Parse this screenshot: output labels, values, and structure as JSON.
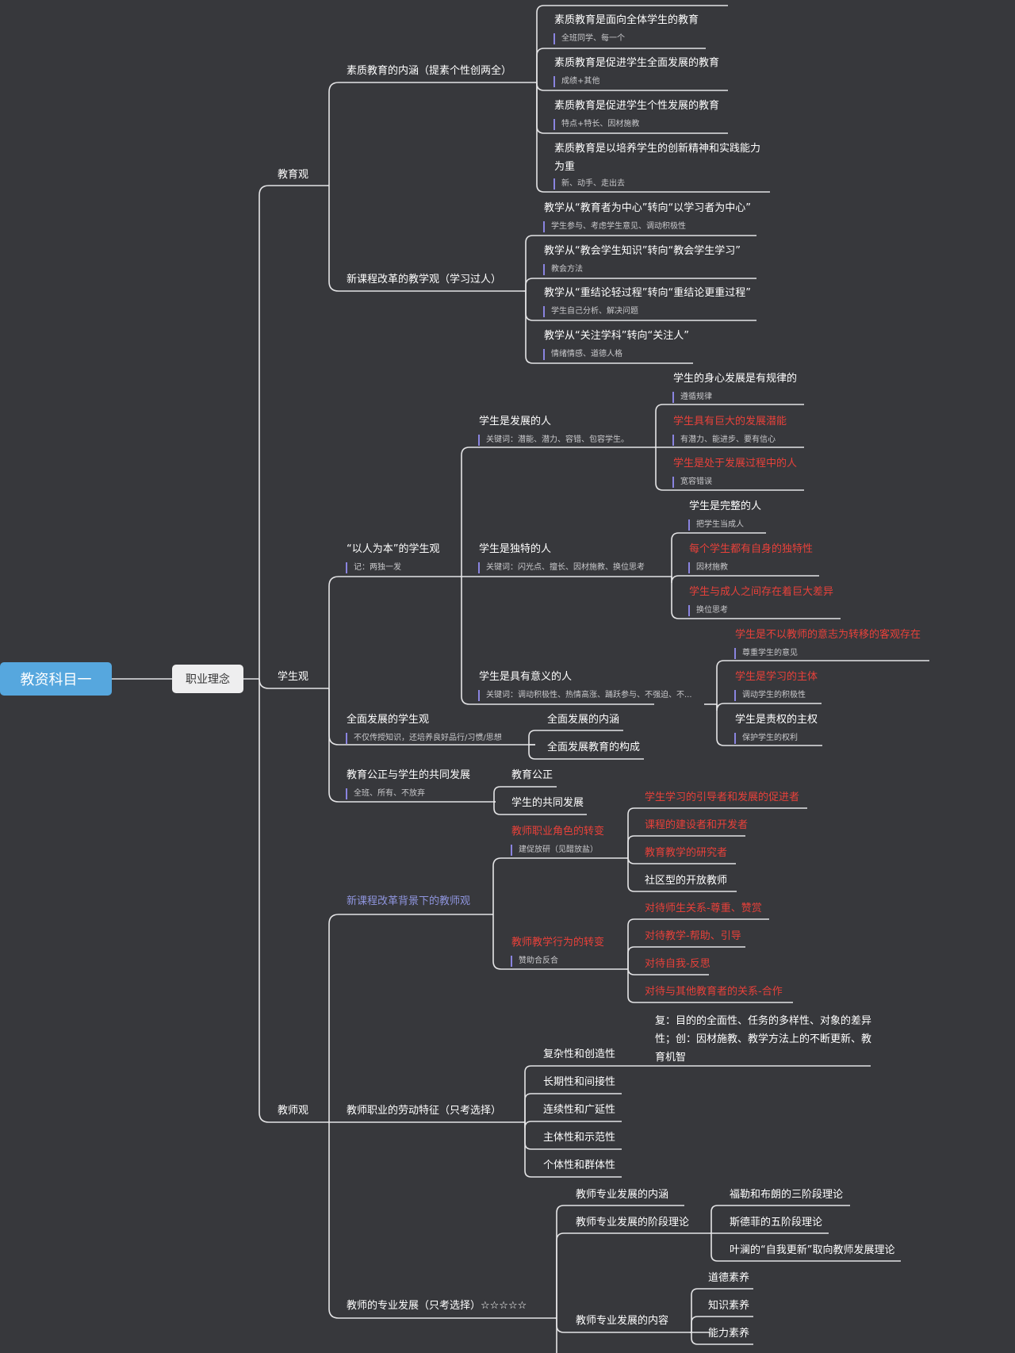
{
  "root": "教资科目一",
  "l1": "职业理念",
  "jiaoyuguan": {
    "title": "教育观",
    "suzhi": {
      "title": "素质教育的内涵（提素个性创两全）",
      "items": [
        {
          "text": "素质教育是面向全体学生的教育",
          "note": "全班同学、每一个"
        },
        {
          "text": "素质教育是促进学生全面发展的教育",
          "note": "成绩+其他"
        },
        {
          "text": "素质教育是促进学生个性发展的教育",
          "note": "特点+特长、因材施教"
        },
        {
          "text": "素质教育是以培养学生的创新精神和实践能力为重",
          "note": "新、动手、走出去"
        }
      ]
    },
    "kegai": {
      "title": "新课程改革的教学观（学习过人）",
      "items": [
        {
          "text": "教学从“教育者为中心”转向“以学习者为中心”",
          "note": "学生参与、考虑学生意见、调动积极性"
        },
        {
          "text": "教学从“教会学生知识”转向“教会学生学习”",
          "note": "教会方法"
        },
        {
          "text": "教学从“重结论轻过程”转向“重结论更重过程”",
          "note": "学生自己分析、解决问题"
        },
        {
          "text": "教学从“关注学科”转向“关注人”",
          "note": "情绪情感、道德人格"
        }
      ]
    }
  },
  "xueshengguan": {
    "title": "学生观",
    "yiren": {
      "title": "“以人为本”的学生观",
      "note": "记：两独一发",
      "fazhan": {
        "title": "学生是发展的人",
        "note": "关键词：潜能、潜力、容错、包容学生。",
        "items": [
          {
            "text": "学生的身心发展是有规律的",
            "note": "遵循规律"
          },
          {
            "text": "学生具有巨大的发展潜能",
            "note": "有潜力、能进步、要有信心"
          },
          {
            "text": "学生是处于发展过程中的人",
            "note": "宽容错误"
          }
        ]
      },
      "dute": {
        "title": "学生是独特的人",
        "note": "关键词：闪光点、擅长、因材施教、换位思考",
        "items": [
          {
            "text": "学生是完整的人",
            "note": "把学生当成人"
          },
          {
            "text": "每个学生都有自身的独特性",
            "note": "因材施教"
          },
          {
            "text": "学生与成人之间存在着巨大差异",
            "note": "换位思考"
          }
        ]
      },
      "yiyi": {
        "title": "学生是具有意义的人",
        "note": "关键词：调动积极性、热情高涨、踊跃参与、不强迫、不...",
        "items": [
          {
            "text": "学生是不以教师的意志为转移的客观存在",
            "note": "尊重学生的意见"
          },
          {
            "text": "学生是学习的主体",
            "note": "调动学生的积极性"
          },
          {
            "text": "学生是责权的主权",
            "note": "保护学生的权利"
          }
        ]
      }
    },
    "quanmian": {
      "title": "全面发展的学生观",
      "note": "不仅传授知识，还培养良好品行/习惯/思想",
      "items": [
        "全面发展的内涵",
        "全面发展教育的构成"
      ]
    },
    "gongping": {
      "title": "教育公正与学生的共同发展",
      "note": "全班、所有、不放弃",
      "items": [
        "教育公正",
        "学生的共同发展"
      ]
    }
  },
  "jiaoshiguan": {
    "title": "教师观",
    "beijing": {
      "title": "新课程改革背景下的教师观",
      "juese": {
        "title": "教师职业角色的转变",
        "note": "建促放研（见醋放盐）",
        "items": [
          "学生学习的引导者和发展的促进者",
          "课程的建设者和开发者",
          "教育教学的研究者",
          "社区型的开放教师"
        ]
      },
      "xingwei": {
        "title": "教师教学行为的转变",
        "note": "赞助合反合",
        "items": [
          "对待师生关系-尊重、赞赏",
          "对待教学-帮助、引导",
          "对待自我-反思",
          "对待与其他教育者的关系-合作"
        ]
      }
    },
    "laodong": {
      "title": "教师职业的劳动特征（只考选择）",
      "desc": "复：目的的全面性、任务的多样性、对象的差异性；创：因材施教、教学方法上的不断更新、教育机智",
      "items": [
        "复杂性和创造性",
        "长期性和间接性",
        "连续性和广延性",
        "主体性和示范性",
        "个体性和群体性"
      ]
    },
    "zhuanye": {
      "title": "教师的专业发展（只考选择）☆☆☆☆☆",
      "neihan": "教师专业发展的内涵",
      "jieduan": {
        "title": "教师专业发展的阶段理论",
        "items": [
          "福勒和布朗的三阶段理论",
          "斯德菲的五阶段理论",
          "叶澜的“自我更新”取向教师发展理论"
        ]
      },
      "neirong": {
        "title": "教师专业发展的内容",
        "items": [
          "道德素养",
          "知识素养",
          "能力素养"
        ]
      }
    }
  },
  "colors": {
    "background": "#37383c",
    "line": "#e4e4e6",
    "root_fill": "#56a7de",
    "highlight_red": "#e8413a",
    "highlight_blue": "#8f95de",
    "note_bar": "#8a84e0"
  }
}
